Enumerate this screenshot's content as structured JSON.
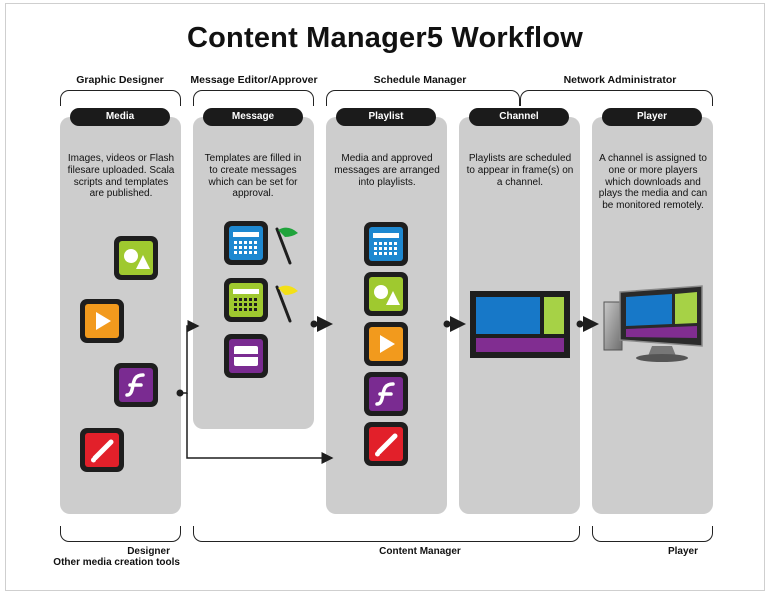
{
  "title": "Content Manager5 Workflow",
  "roles": {
    "graphic_designer": "Graphic Designer",
    "message_editor": "Message Editor/Approver",
    "schedule_manager": "Schedule Manager",
    "network_admin": "Network Administrator"
  },
  "columns": [
    {
      "label": "Media",
      "description": "Images, videos or Flash filesare uploaded. Scala scripts and templates are published."
    },
    {
      "label": "Message",
      "description": "Templates are filled in to create messages which can be set for approval."
    },
    {
      "label": "Playlist",
      "description": "Media and approved messages are arranged into playlists."
    },
    {
      "label": "Channel",
      "description": "Playlists are scheduled to appear in frame(s) on a channel."
    },
    {
      "label": "Player",
      "description": "A channel is assigned to one or more players which downloads and plays the media and can be monitored remotely."
    }
  ],
  "footer": {
    "designer": "Designer",
    "designer_sub": "Other media creation tools",
    "content_manager": "Content Manager",
    "player": "Player"
  },
  "icons": {
    "media": [
      "image-icon",
      "video-icon",
      "flash-icon",
      "script-icon"
    ],
    "message": [
      "template-blue-icon",
      "template-green-icon",
      "template-purple-icon"
    ],
    "playlist": [
      "template-blue-icon",
      "image-icon",
      "video-icon",
      "flash-icon",
      "script-icon"
    ]
  },
  "colors": {
    "column_bg": "#cdcdcd",
    "pill_bg": "#1b1b1b",
    "image_green": "#9fc92f",
    "video_orange": "#f29a1d",
    "flash_purple": "#7a2b91",
    "script_red": "#e2202a",
    "template_blue": "#1e88d0",
    "screen_blue": "#1778c8",
    "screen_green": "#a6d246",
    "screen_purple": "#812d91",
    "flag_green": "#1fa33b",
    "flag_yellow": "#f3e017"
  }
}
